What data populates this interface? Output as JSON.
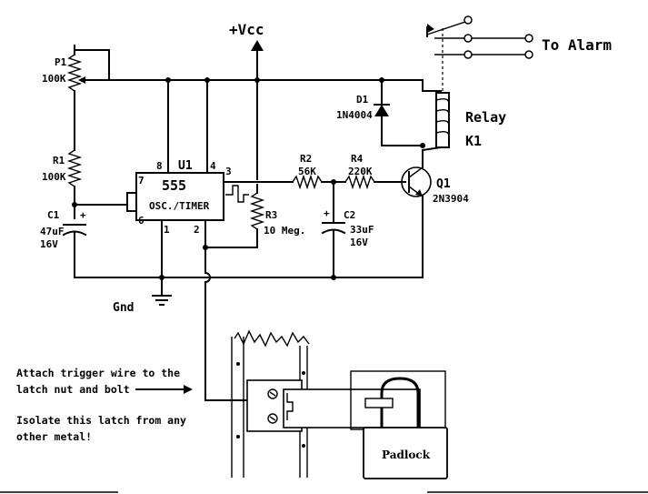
{
  "labels": {
    "vcc": "+Vcc",
    "to_alarm": "To Alarm",
    "p1_name": "P1",
    "p1_value": "100K",
    "r1_name": "R1",
    "r1_value": "100K",
    "c1_name": "C1",
    "c1_value": "47uF",
    "c1_voltage": "16V",
    "ic_ref": "U1",
    "ic_part": "555",
    "ic_desc": "OSC./TIMER",
    "pin8": "8",
    "pin4": "4",
    "pin7": "7",
    "pin6": "6",
    "pin3": "3",
    "pin1": "1",
    "pin2": "2",
    "r3_name": "R3",
    "r3_value": "10 Meg.",
    "r2_name": "R2",
    "r2_value": "56K",
    "r4_name": "R4",
    "r4_value": "220K",
    "c2_name": "C2",
    "c2_value": "33uF",
    "c2_voltage": "16V",
    "q1_name": "Q1",
    "q1_value": "2N3904",
    "d1_name": "D1",
    "d1_value": "1N4004",
    "relay_label": "Relay",
    "relay_ref": "K1",
    "gnd": "Gnd",
    "plus_sign": "+",
    "note_line1": "Attach trigger wire to the",
    "note_line2": "latch nut and bolt",
    "note_line3": "Isolate this latch from any",
    "note_line4": "other metal!",
    "padlock": "Padlock"
  },
  "icons": [
    "arrow-right-icon",
    "ground-icon",
    "vcc-arrow-icon",
    "square-wave-icon"
  ]
}
